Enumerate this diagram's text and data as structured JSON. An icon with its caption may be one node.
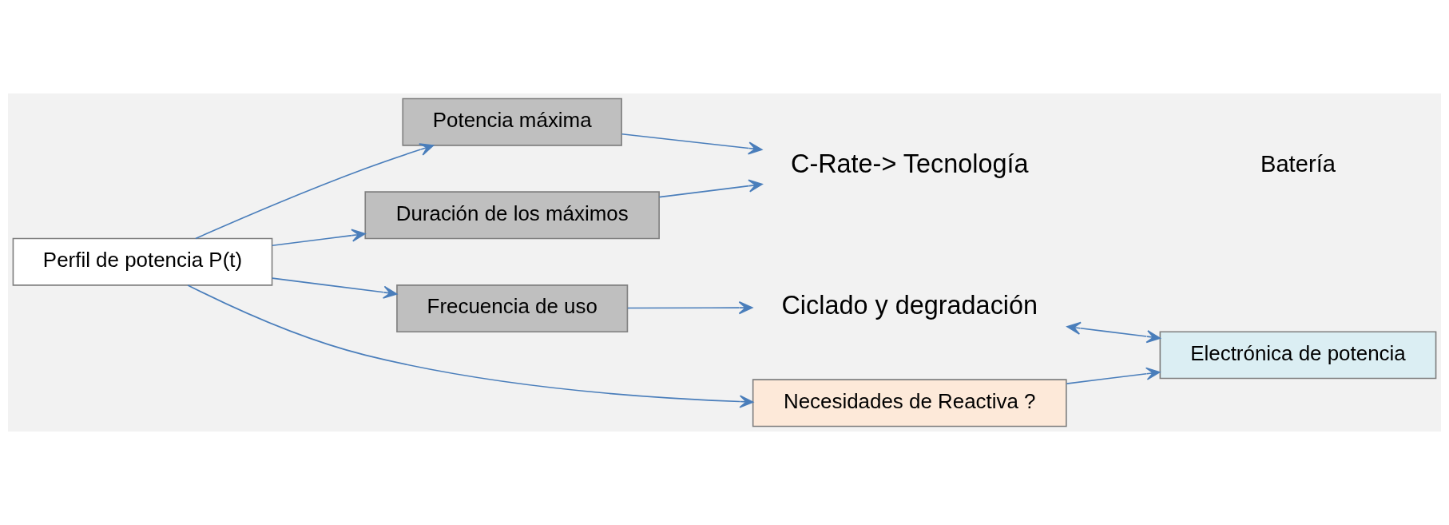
{
  "diagram": {
    "nodes": [
      {
        "text": [
          "Perfil de potencia P(t)"
        ]
      },
      {
        "text": [
          "Potencia máxima"
        ]
      },
      {
        "text": [
          "Duración de los máximos"
        ]
      },
      {
        "text": [
          "Frecuencia de uso"
        ]
      },
      {
        "text": [
          "C-Rate-> Tecnología"
        ]
      },
      {
        "text": [
          "Ciclado y degradación"
        ]
      },
      {
        "text": [
          "Necesidades de Reactiva ?"
        ]
      },
      {
        "text": [
          "Electrónica de potencia"
        ]
      }
    ],
    "edges": [
      {
        "from": 0,
        "to": 1,
        "arrow": "to"
      },
      {
        "from": 0,
        "to": 2,
        "arrow": "to"
      },
      {
        "from": 0,
        "to": 3,
        "arrow": "to"
      },
      {
        "from": 0,
        "to": 6,
        "arrow": "to"
      },
      {
        "from": 1,
        "to": 4,
        "arrow": "to"
      },
      {
        "from": 2,
        "to": 4,
        "arrow": "to"
      },
      {
        "from": 3,
        "to": 5,
        "arrow": "to"
      },
      {
        "from": 6,
        "to": 7,
        "arrow": "to"
      },
      {
        "from": 5,
        "to": 7,
        "arrow": "both"
      }
    ],
    "labels": [
      "Batería"
    ]
  }
}
